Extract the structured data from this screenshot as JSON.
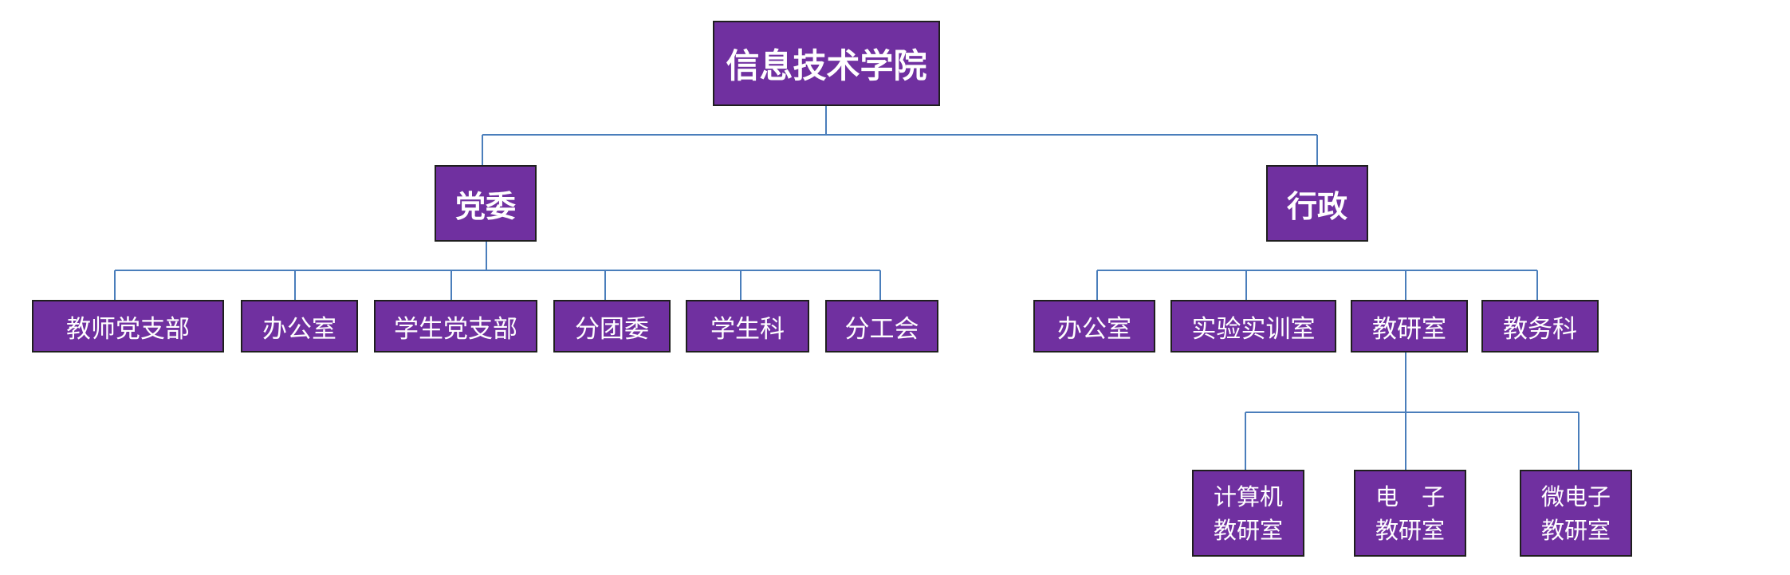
{
  "diagram": {
    "root": "信息技术学院",
    "branches": [
      {
        "label": "党委",
        "children": [
          "教师党支部",
          "办公室",
          "学生党支部",
          "分团委",
          "学生科",
          "分工会"
        ]
      },
      {
        "label": "行政",
        "children": [
          "办公室",
          "实验实训室",
          "教研室",
          "教务科"
        ]
      }
    ],
    "sub_units": [
      "计算机\n教研室",
      "电　子\n教研室",
      "微电子\n教研室"
    ]
  },
  "colors": {
    "node_fill": "#7030a0",
    "node_border": "#1f1f1f",
    "node_text": "#ffffff",
    "connector": "#4a7ebb"
  }
}
